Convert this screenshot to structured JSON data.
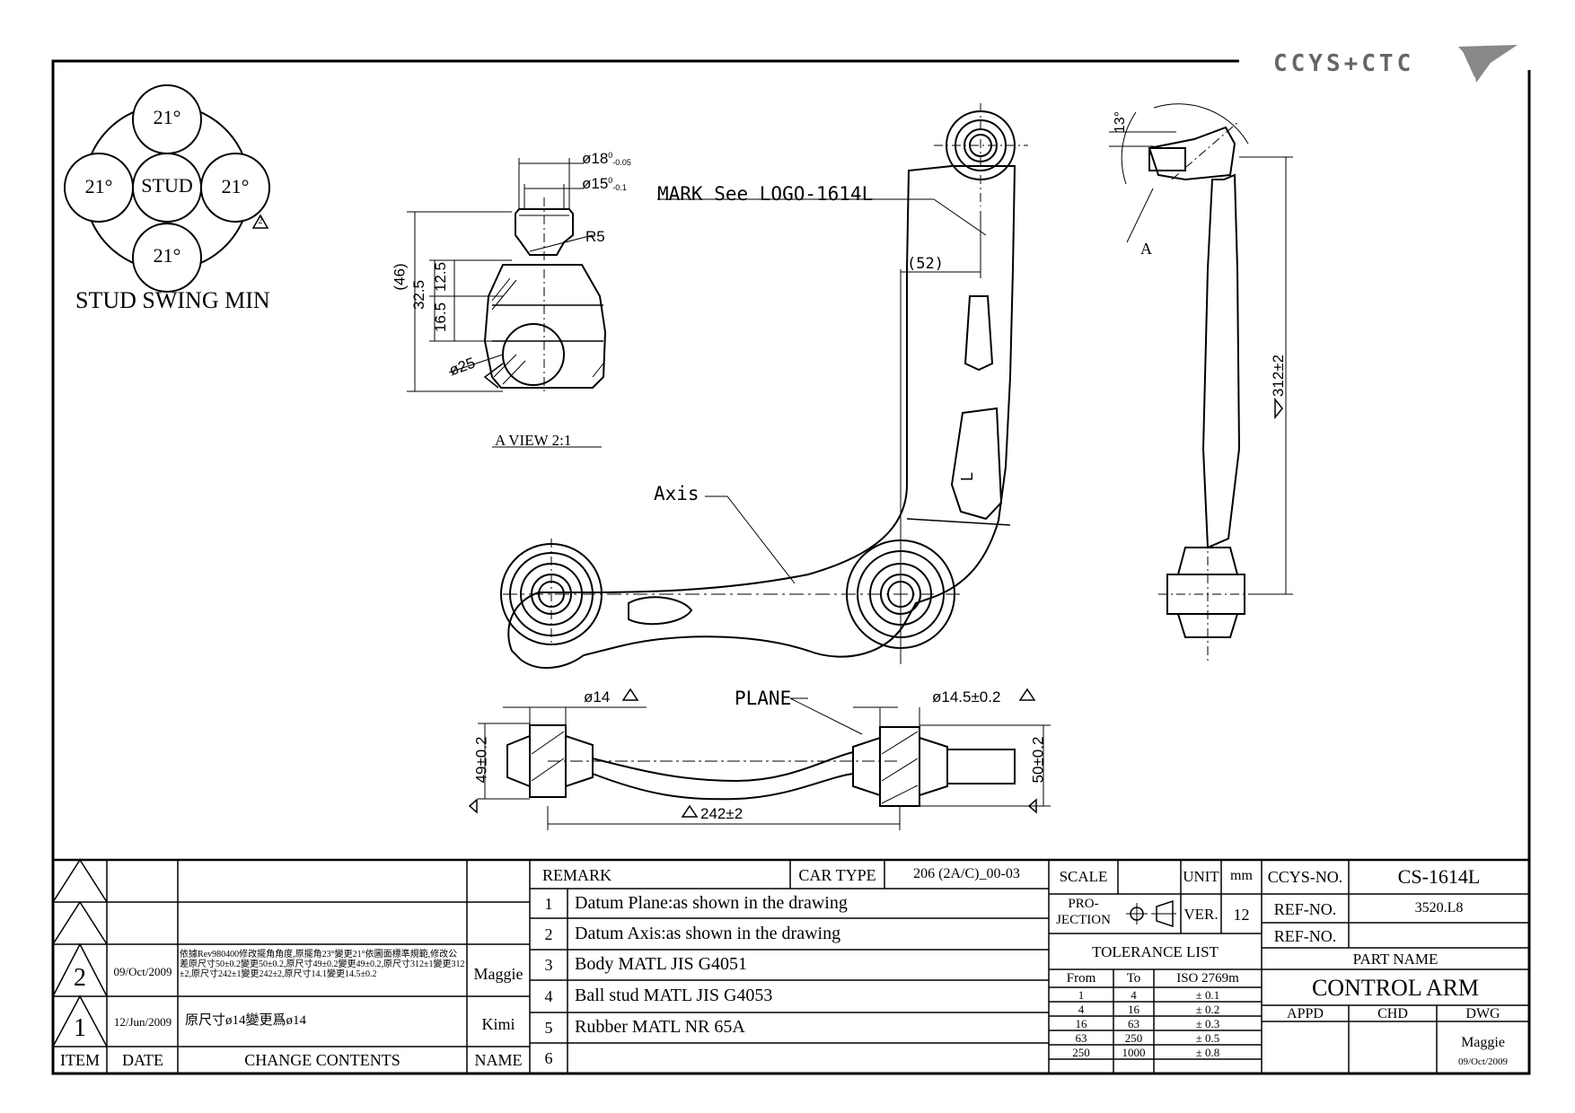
{
  "logo": {
    "text": "CCYS+CTC",
    "icon": "ccys-logo-icon"
  },
  "stud_swing": {
    "angles": [
      "21°",
      "21°",
      "21°",
      "21°"
    ],
    "center": "STUD",
    "caption": "STUD SWING MIN",
    "rev_mark": "2"
  },
  "a_view": {
    "caption": "A VIEW 2:1",
    "dims": {
      "d18": "ø18",
      "d18_tol_upper": "0",
      "d18_tol_lower": "-0.05",
      "d15": "ø15",
      "d15_tol_upper": "0",
      "d15_tol_lower": "-0.1",
      "r5": "R5",
      "h46": "(46)",
      "h325": "32.5",
      "h165": "16.5",
      "h125": "12.5",
      "d25": "ø25"
    }
  },
  "top_view": {
    "mark_note": "MARK See LOGO-1614L",
    "dim_52": "(52)",
    "axis_label": "Axis",
    "side_letter": "L"
  },
  "side_view": {
    "angle": "13°",
    "label_a": "A",
    "length": "312±2",
    "rev_mark": "2"
  },
  "bottom_view": {
    "d14": "ø14",
    "plane": "PLANE",
    "d145": "ø14.5±0.2",
    "h49": "49±0.2",
    "h50": "50±0.2",
    "len242": "242±2",
    "rev_mark": "2"
  },
  "revisions": {
    "rows": [
      {
        "rev": "",
        "date": "",
        "contents": "",
        "name": ""
      },
      {
        "rev": "",
        "date": "",
        "contents": "",
        "name": ""
      },
      {
        "rev": "2",
        "date": "09/Oct/2009",
        "contents": "依據Rev980400修改擺角角度,原擺角23°變更21°依圖面標準規範,修改公差原尺寸50±0.2變更50±0.2,原尺寸49±0.2變更49±0.2,原尺寸312±1變更312±2,原尺寸242±1變更242±2,原尺寸14.1變更14.5±0.2",
        "name": "Maggie"
      },
      {
        "rev": "1",
        "date": "12/Jun/2009",
        "contents": "原尺寸ø14變更爲ø14",
        "name": "Kimi"
      }
    ],
    "headers": {
      "item": "ITEM",
      "date": "DATE",
      "contents": "CHANGE CONTENTS",
      "name": "NAME"
    }
  },
  "remarks": {
    "header": "REMARK",
    "car_type_label": "CAR TYPE",
    "car_type_value": "206 (2A/C)_00-03",
    "items": [
      {
        "no": "1",
        "text": "Datum Plane:as shown in the drawing"
      },
      {
        "no": "2",
        "text": "Datum Axis:as shown in the drawing"
      },
      {
        "no": "3",
        "text": "Body MATL JIS G4051"
      },
      {
        "no": "4",
        "text": "Ball stud MATL JIS G4053"
      },
      {
        "no": "5",
        "text": "Rubber MATL NR 65A"
      },
      {
        "no": "6",
        "text": ""
      }
    ]
  },
  "spec": {
    "scale_label": "SCALE",
    "scale_value": "",
    "unit_label": "UNIT",
    "unit_value": "mm",
    "projection_label_1": "PRO-",
    "projection_label_2": "JECTION",
    "ver_label": "VER.",
    "ver_value": "12",
    "tolerance_title": "TOLERANCE LIST",
    "tolerance_headers": {
      "from": "From",
      "to": "To",
      "iso": "ISO 2769m"
    },
    "tolerance_rows": [
      {
        "from": "1",
        "to": "4",
        "tol": "± 0.1"
      },
      {
        "from": "4",
        "to": "16",
        "tol": "± 0.2"
      },
      {
        "from": "16",
        "to": "63",
        "tol": "± 0.3"
      },
      {
        "from": "63",
        "to": "250",
        "tol": "± 0.5"
      },
      {
        "from": "250",
        "to": "1000",
        "tol": "± 0.8"
      }
    ]
  },
  "title_block": {
    "ccys_no_label": "CCYS-NO.",
    "ccys_no_value": "CS-1614L",
    "ref_no_label_1": "REF-NO.",
    "ref_no_value_1": "3520.L8",
    "ref_no_label_2": "REF-NO.",
    "ref_no_value_2": "",
    "part_name_label": "PART NAME",
    "part_name_value": "CONTROL ARM",
    "appd_label": "APPD",
    "chd_label": "CHD",
    "dwg_label": "DWG",
    "dwg_name": "Maggie",
    "dwg_date": "09/Oct/2009"
  }
}
